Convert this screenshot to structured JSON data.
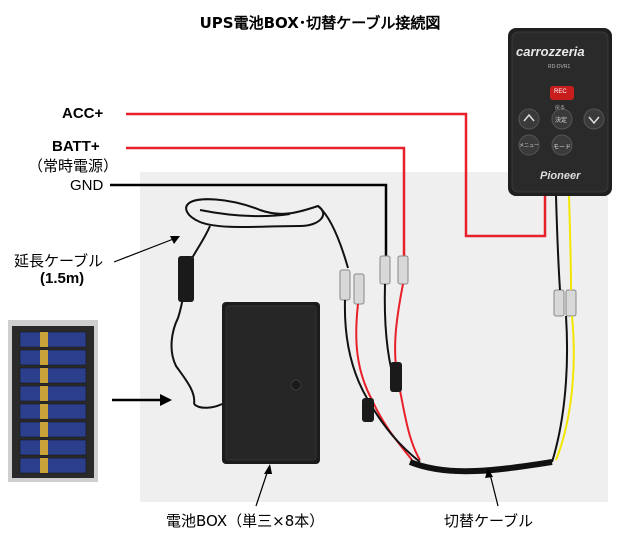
{
  "title": "UPS電池BOX･切替ケーブル接続図",
  "wires": {
    "acc": "ACC+",
    "batt": "BATT+",
    "batt_note": "（常時電源）",
    "gnd": "GND"
  },
  "extension_cable": {
    "label": "延長ケーブル",
    "length": "(1.5m)"
  },
  "battery_box_label": "電池BOX（単三×8本）",
  "switch_cable_label": "切替ケーブル",
  "remote": {
    "brand": "carrozzeria",
    "model": "RD-DVR1",
    "maker": "Pioneer",
    "btn_rec": "REC",
    "btn_ok": "決定",
    "btn_menu": "メニュー",
    "btn_mode": "モード",
    "btn_back": "戻る"
  },
  "colors": {
    "acc_wire": "#e8202a",
    "batt_wire": "#e8202a",
    "gnd_wire": "#000000",
    "yellow_wire": "#f2e600",
    "photo_bg": "#efefef"
  }
}
